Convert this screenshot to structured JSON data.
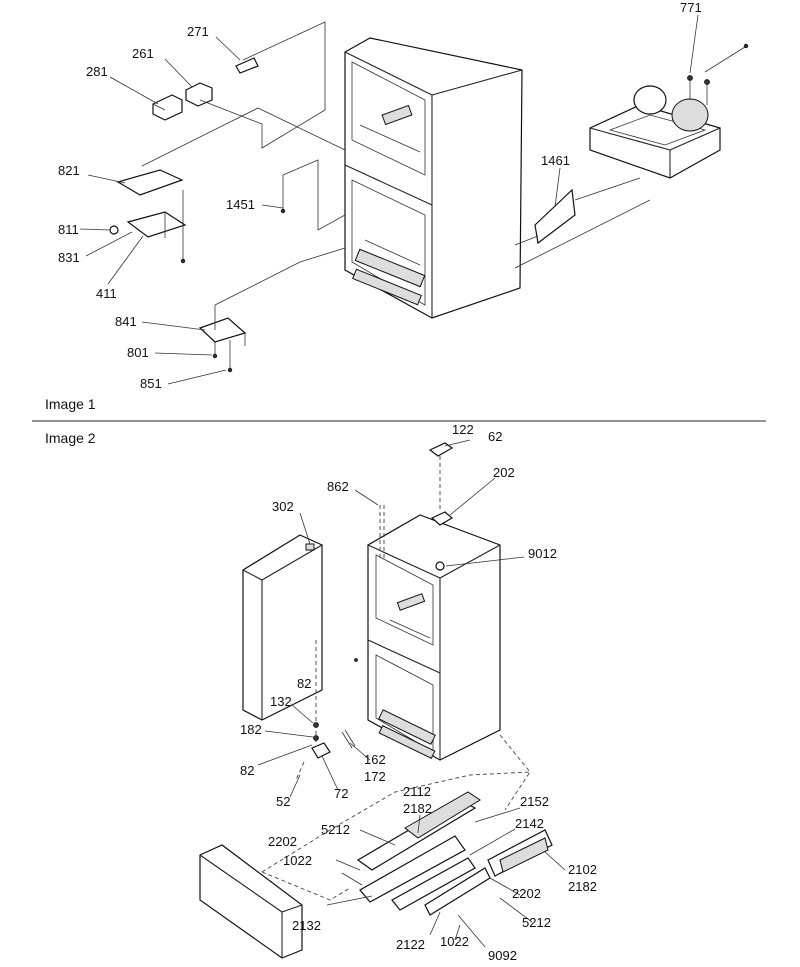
{
  "panels": [
    {
      "title": "Image 1"
    },
    {
      "title": "Image 2"
    }
  ],
  "callouts": {
    "p1": [
      "771",
      "271",
      "261",
      "281",
      "821",
      "811",
      "831",
      "411",
      "1451",
      "1461",
      "841",
      "801",
      "851"
    ],
    "p2": [
      "122",
      "62",
      "202",
      "862",
      "302",
      "9012",
      "82",
      "132",
      "182",
      "82",
      "162",
      "172",
      "52",
      "72",
      "2112",
      "2182",
      "2152",
      "5212",
      "2142",
      "2202",
      "1022",
      "2102",
      "2182",
      "2132",
      "2202",
      "5212",
      "2122",
      "1022",
      "9092"
    ]
  }
}
